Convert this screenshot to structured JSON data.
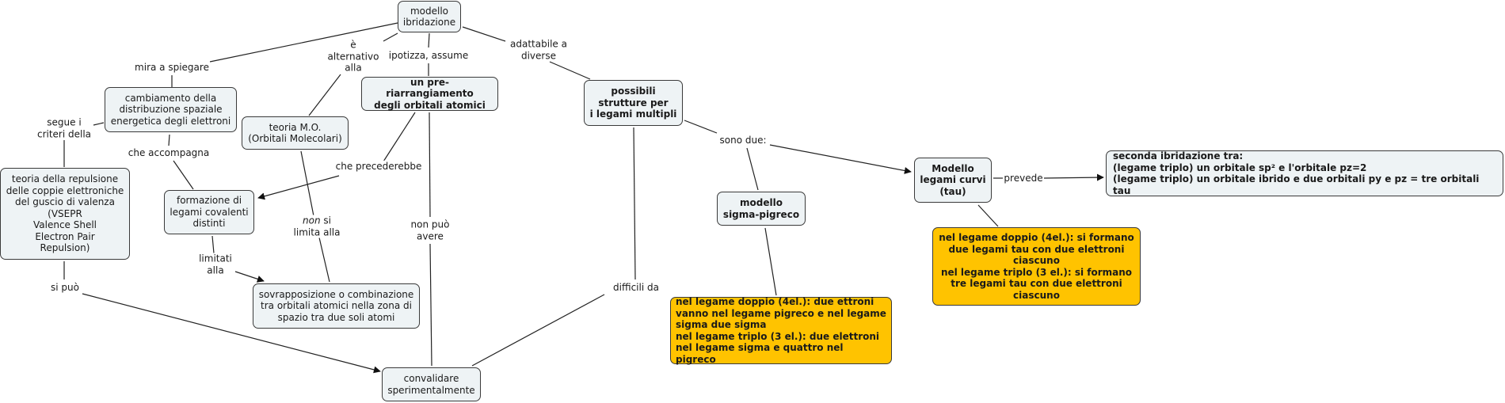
{
  "concept_map": {
    "nodes": {
      "modello_ibridazione": "modello\nibridazione",
      "cambiamento": "cambiamento della\ndistribuzione spaziale\nenergetica degli elettroni",
      "teoria_mo": "teoria M.O.\n(Orbitali Molecolari)",
      "pre_riarrangiamento": "un pre-riarrangiamento\ndegli orbitali atomici",
      "possibili_strutture": "possibili\nstrutture per\ni legami multipli",
      "vsepr": "teoria della repulsione\ndelle coppie elettroniche\ndel guscio di valenza\n(VSEPR\nValence Shell\nElectron Pair\nRepulsion)",
      "formazione": "formazione di\nlegami covalenti\ndistinti",
      "sovrapposizione": "sovrapposizione o combinazione\ntra orbitali atomici nella zona di\nspazio tra due soli atomi",
      "convalidare": "convalidare\nsperimentalmente",
      "sigma_pigreco": "modello\nsigma-pigreco",
      "sigma_pigreco_desc": "nel legame doppio (4el.): due ettroni\nvanno nel legame pigreco e nel legame\nsigma due sigma\nnel legame triplo (3 el.): due elettroni\nnel legame sigma e quattro nel pigreco",
      "legami_curvi": "Modello\nlegami curvi\n(tau)",
      "legami_curvi_desc": "nel legame doppio (4el.): si formano\ndue legami tau con due elettroni\nciascuno\nnel legame triplo (3 el.): si formano\ntre legami tau con due elettroni\nciascuno",
      "seconda_ibridazione": "seconda ibridazione tra:\n(legame triplo) un orbitale sp² e l'orbitale pz=2\n(legame triplo) un orbitale ibrido e due orbitali py e pz = tre orbitali tau"
    },
    "links": {
      "mira_a_spiegare": "mira a spiegare",
      "e_alternativo": "è\nalternativo\nalla",
      "ipotizza_assume": "ipotizza, assume",
      "adattabile": "adattabile a\ndiverse",
      "segue_criteri": "segue i\ncriteri della",
      "che_accompagna": "che accompagna",
      "che_precederebbe": "che precederebbe",
      "non_emph": "non",
      "non_si_limita_rest": " si\nlimita alla",
      "non_puo_avere": "non può\navere",
      "limitati_alla": "limitati\nalla",
      "si_puo": "si può",
      "difficili_da": "difficili da",
      "sono_due": "sono due:",
      "prevede": "prevede"
    },
    "colors": {
      "node_fill": "#eef3f5",
      "highlight_fill": "#ffc300",
      "border": "#3a3a3a"
    }
  }
}
